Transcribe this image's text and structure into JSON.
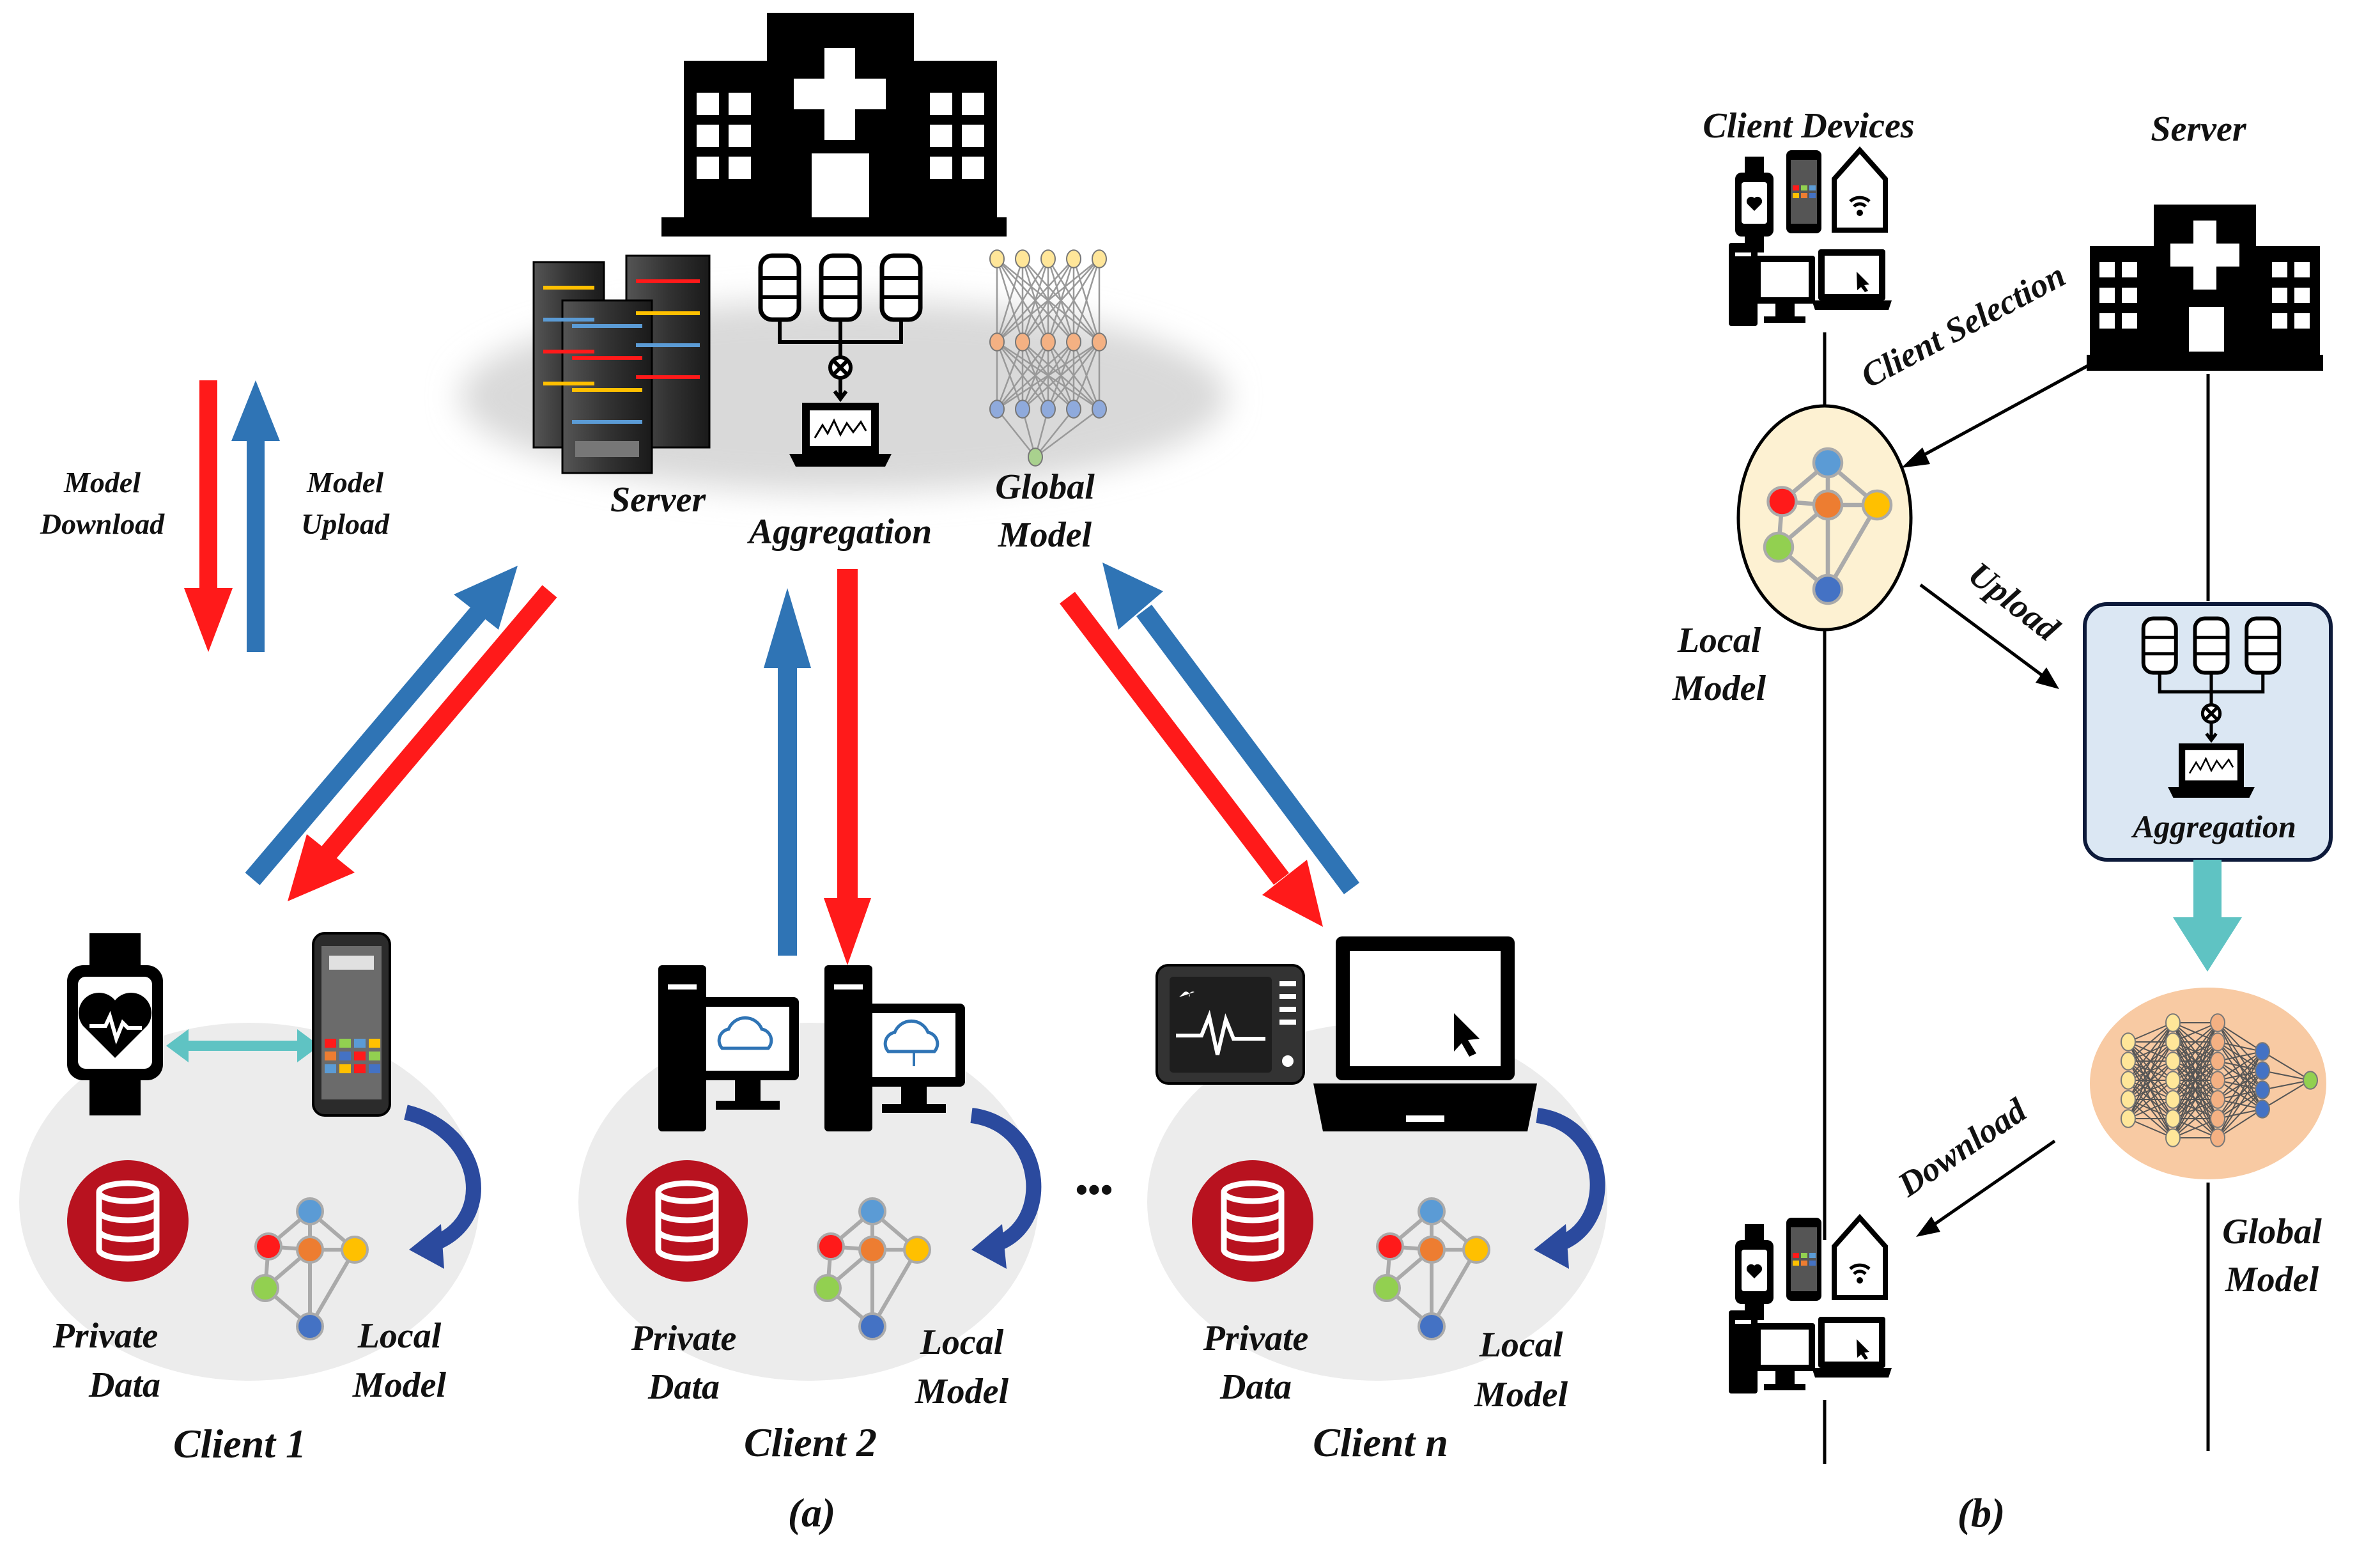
{
  "panel_a": {
    "server_label": "Server",
    "aggregation_label": "Aggregation",
    "global_model_label": [
      "Global",
      "Model"
    ],
    "legend": {
      "download_label": [
        "Model",
        "Download"
      ],
      "upload_label": [
        "Model",
        "Upload"
      ]
    },
    "clients": [
      {
        "name": "Client 1",
        "data_label": [
          "Private",
          "Data"
        ],
        "model_label": [
          "Local",
          "Model"
        ]
      },
      {
        "name": "Client 2",
        "data_label": [
          "Private",
          "Data"
        ],
        "model_label": [
          "Local",
          "Model"
        ]
      },
      {
        "name": "Client n",
        "data_label": [
          "Private",
          "Data"
        ],
        "model_label": [
          "Local",
          "Model"
        ]
      }
    ],
    "ellipsis": "•••",
    "caption": "(a)"
  },
  "panel_b": {
    "client_devices_label": "Client Devices",
    "server_label": "Server",
    "client_selection_label": "Client Selection",
    "upload_label": "Upload",
    "download_label": "Download",
    "local_model_label": [
      "Local",
      "Model"
    ],
    "aggregation_label": "Aggregation",
    "global_model_label": [
      "Global",
      "Model"
    ],
    "caption": "(b)"
  },
  "colors": {
    "download_arrow": "#ff1a1a",
    "upload_arrow": "#2f74b5",
    "teal": "#5fc3c3",
    "ellipse_bg": "#ececec",
    "db_red": "#b8121f",
    "node_blue": "#5b9bd5",
    "node_red": "#ff1a1a",
    "node_orange": "#ed7d31",
    "node_yellow": "#ffc000",
    "node_green": "#92d050",
    "node_navy": "#4472c4",
    "local_model_bg": "#fdf1d2",
    "aggregation_box_bg": "#dbe7f3",
    "global_model_bg": "#f8caa3"
  }
}
